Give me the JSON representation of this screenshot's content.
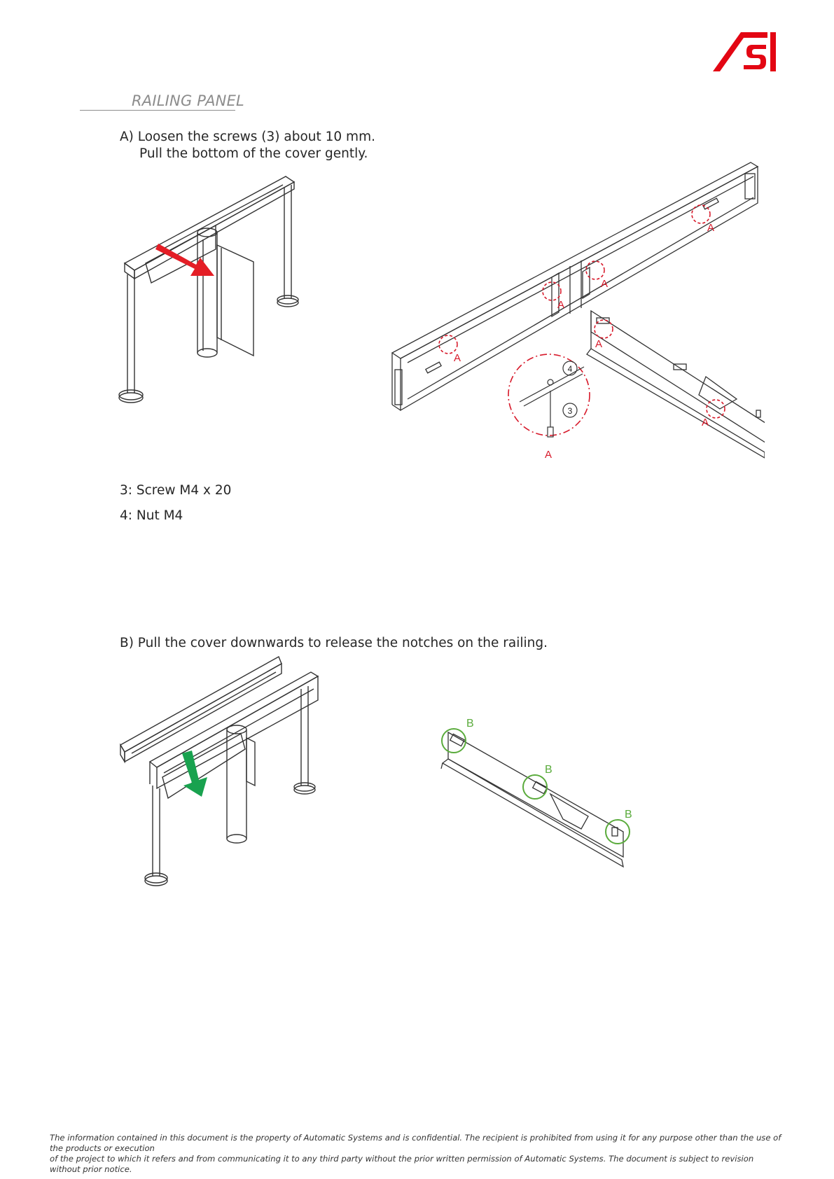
{
  "header": {
    "logo_name": "as-logo-icon",
    "logo_color": "#e30613"
  },
  "section": {
    "title": "RAILING PANEL"
  },
  "step_a": {
    "line1": "A)  Loosen the screws (3) about 10 mm.",
    "line2": "Pull the bottom of the cover gently.",
    "callout_letter": "A",
    "callout_color": "#d7192a"
  },
  "legend": {
    "item3": "3: Screw M4 x 20",
    "item4": "4: Nut M4",
    "detail_num3": "3",
    "detail_num4": "4"
  },
  "step_b": {
    "text": "B) Pull the cover downwards to release the notches on the railing.",
    "callout_letter": "B",
    "callout_color": "#5aab3c"
  },
  "footer": {
    "line1": "The information contained in this document is the property of Automatic Systems and is confidential. The recipient is prohibited from using it for any purpose other than the use of the products or execution",
    "line2": "of the project to which it refers and from communicating it to any third party without the prior written permission of Automatic Systems. The document is subject to revision without prior notice."
  }
}
